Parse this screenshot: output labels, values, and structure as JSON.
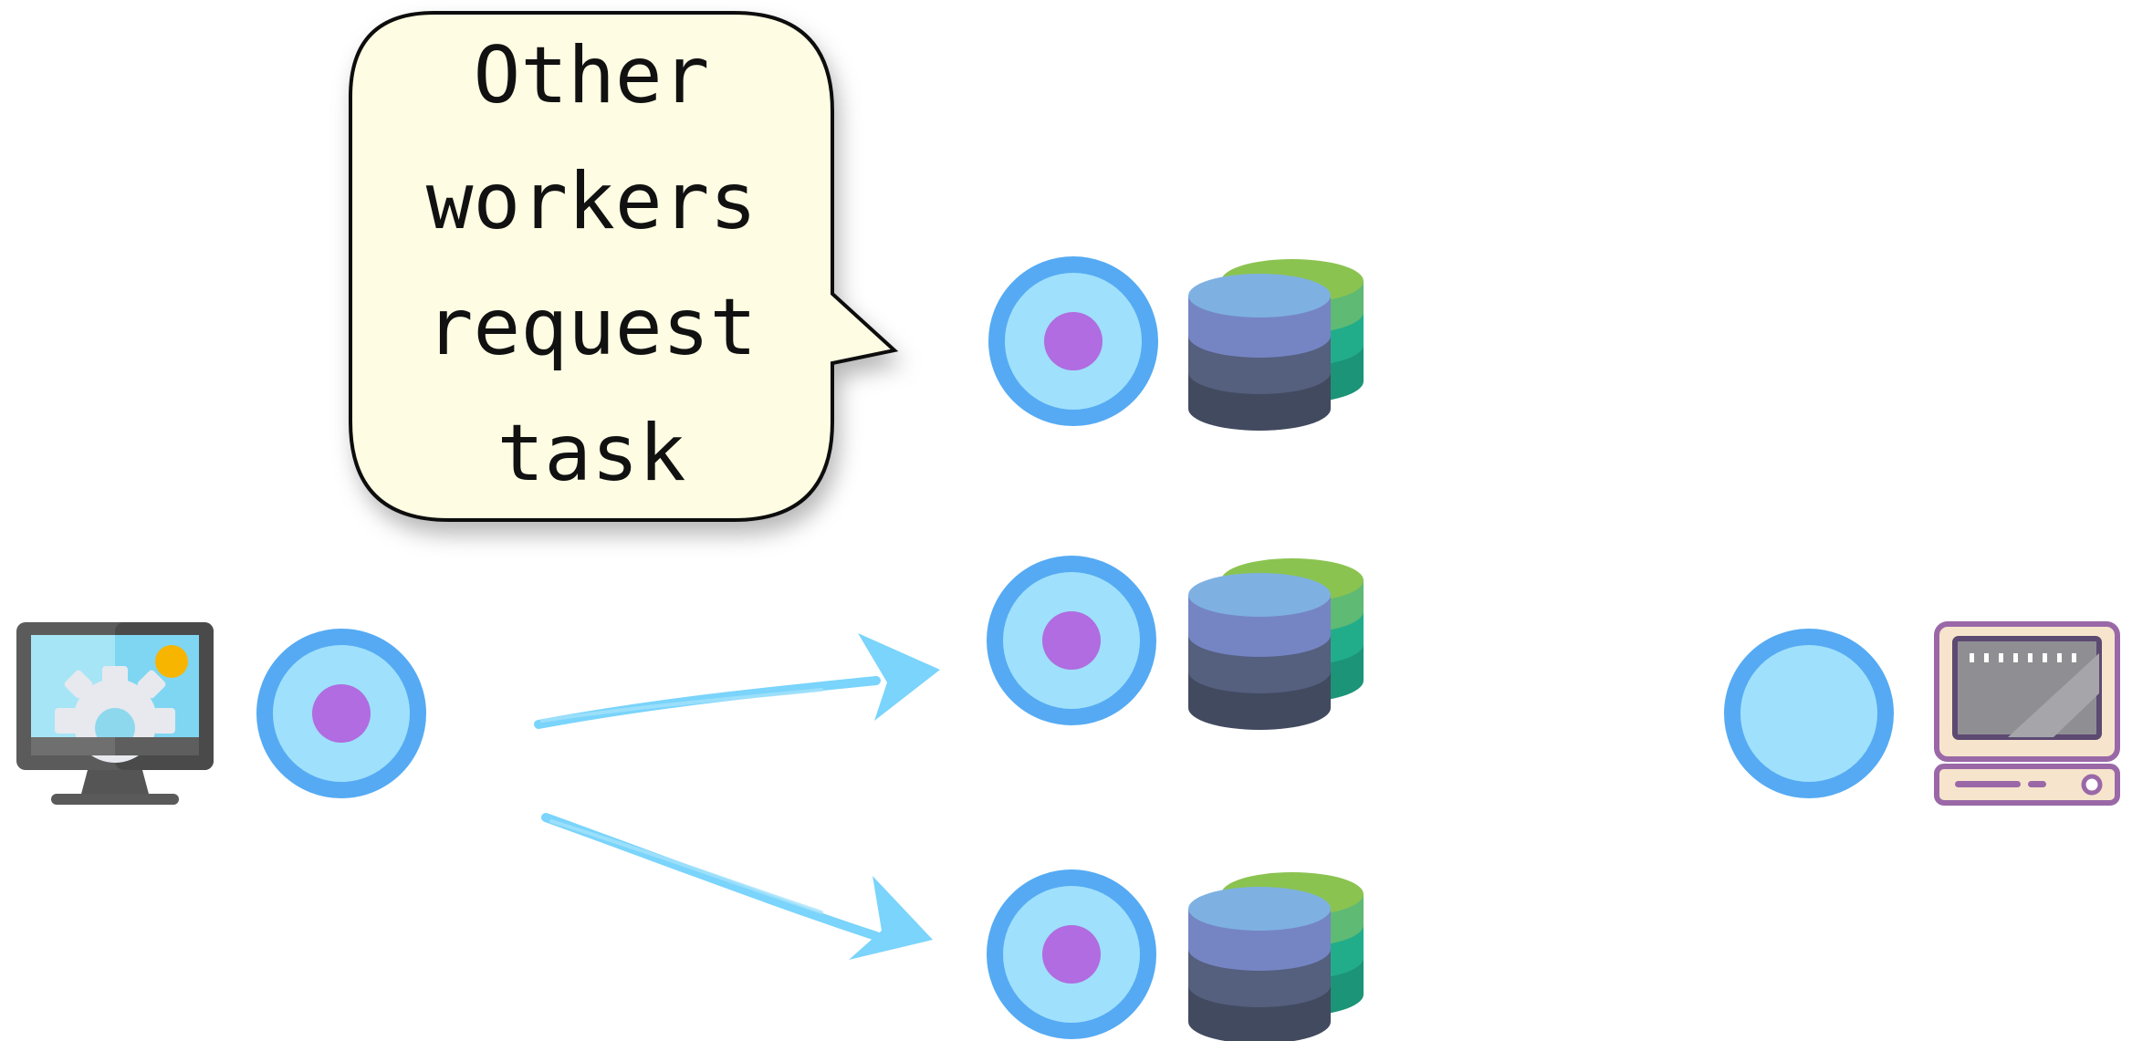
{
  "callout": {
    "lines": [
      "Other",
      "workers",
      "request",
      "task"
    ]
  },
  "nodes": {
    "client_computer": {
      "icon": "monitor-gear-icon"
    },
    "client_node": {
      "state": "has-task"
    },
    "workers": [
      {
        "state": "has-task",
        "storage_icon": "database-stack-icon"
      },
      {
        "state": "has-task",
        "storage_icon": "database-stack-icon"
      },
      {
        "state": "has-task",
        "storage_icon": "database-stack-icon"
      }
    ],
    "scheduler_node": {
      "state": "idle"
    },
    "scheduler_computer": {
      "icon": "server-terminal-icon"
    }
  },
  "edges": [
    {
      "from": "client_node",
      "to": "worker_2",
      "style": "brush-arrow"
    },
    {
      "from": "client_node",
      "to": "worker_3",
      "style": "brush-arrow"
    }
  ],
  "colors": {
    "node_ring": "#55aaf3",
    "node_fill": "#9fe0fc",
    "node_dot": "#b06ce0",
    "arrow": "#7ad4fb",
    "callout_fill": "#fefde3",
    "callout_stroke": "#111111",
    "db_top": "#7eb1e2",
    "db_layer_1": "#7585c4",
    "db_layer_2": "#555f7e",
    "db_layer_3": "#424a5f",
    "db_back_green": "#8bc350",
    "db_back_mid": "#5fba73",
    "db_back_teal": "#22ad8a",
    "db_back_dark": "#1c9477"
  }
}
